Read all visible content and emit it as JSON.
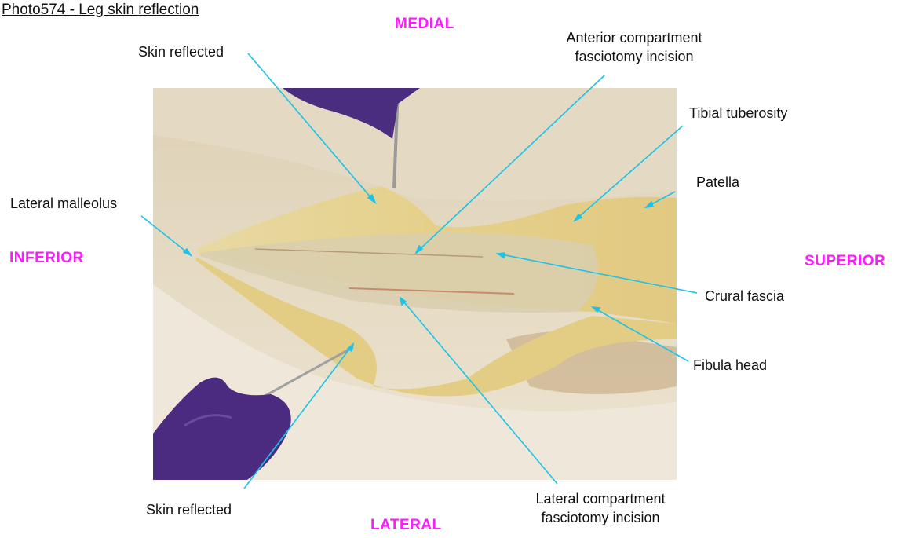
{
  "title": "Photo574 - Leg skin reflection",
  "orientation": {
    "top": "MEDIAL",
    "left": "INFERIOR",
    "right": "SUPERIOR",
    "bottom": "LATERAL"
  },
  "labels": {
    "skin_reflected_top": "Skin reflected",
    "anterior_line1": "Anterior compartment",
    "anterior_line2": "fasciotomy incision",
    "tibial_tuberosity": "Tibial tuberosity",
    "patella": "Patella",
    "lateral_malleolus": "Lateral malleolus",
    "crural_fascia": "Crural fascia",
    "fibula_head": "Fibula head",
    "skin_reflected_bottom": "Skin reflected",
    "lateral_line1": "Lateral compartment",
    "lateral_line2": "fasciotomy incision"
  },
  "colors": {
    "leader_line": "#1cc3e8",
    "orientation_text": "#ff1aff"
  }
}
